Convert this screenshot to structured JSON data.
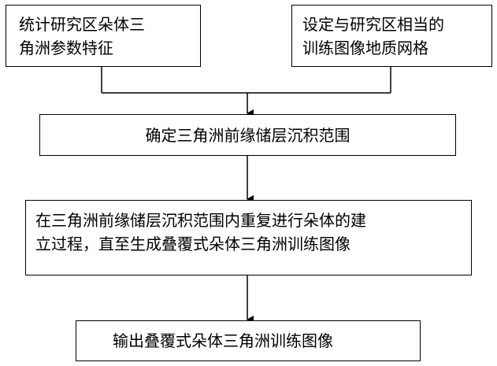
{
  "flowchart": {
    "stats_box": {
      "lines": [
        "统计研究区朵体三",
        "角洲参数特征"
      ]
    },
    "grid_box": {
      "lines": [
        "设定与研究区相当的",
        "训练图像地质网格"
      ]
    },
    "range_box": {
      "text": "确定三角洲前缘储层沉积范围"
    },
    "build_box": {
      "lines": [
        "在三角洲前缘储层沉积范围内重复进行朵体的建",
        "立过程，直至生成叠覆式朵体三角洲训练图像"
      ]
    },
    "output_box": {
      "text": "输出叠覆式朵体三角洲训练图像"
    }
  },
  "colors": {
    "line": "#000000",
    "background": "#ffffff"
  }
}
